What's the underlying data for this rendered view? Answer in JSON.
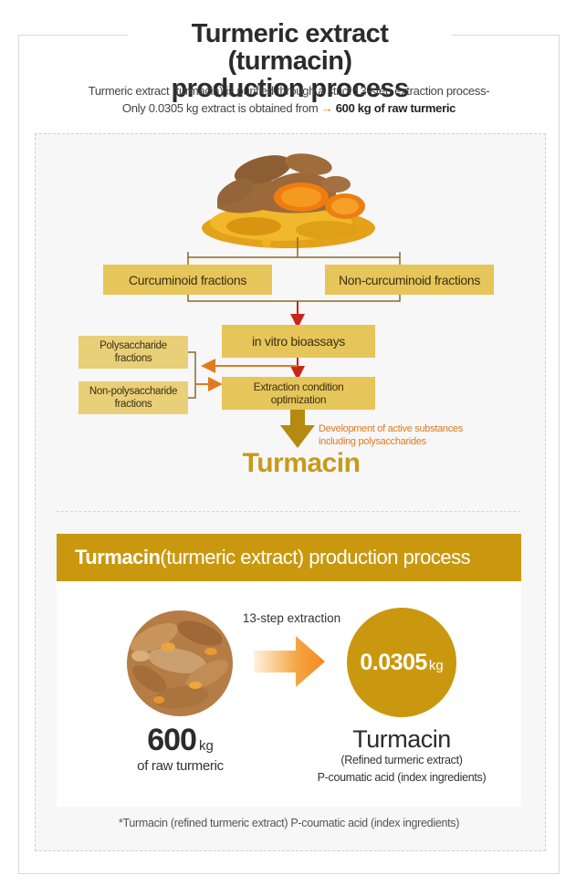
{
  "header": {
    "title_line1": "Turmeric extract (turmacin)",
    "title_line2": "production process",
    "subtitle_line1": "Turmeric extract (turmacin) is purified through a strict 13-step extraction process-",
    "subtitle_line2_prefix": "Only 0.0305 kg extract is obtained from",
    "subtitle_arrow": "→",
    "subtitle_line2_bold": "600 kg of raw turmeric"
  },
  "flow": {
    "curcuminoid": "Curcuminoid fractions",
    "non_curcuminoid": "Non-curcuminoid fractions",
    "in_vitro": "in vitro bioassays",
    "extraction_line1": "Extraction condition",
    "extraction_line2": "optimization",
    "poly_line1": "Polysaccharide",
    "poly_line2": "fractions",
    "nonpoly_line1": "Non-polysaccharide",
    "nonpoly_line2": "fractions",
    "development_line1": "Development of active substances",
    "development_line2": "including polysaccharides",
    "result": "Turmacin"
  },
  "process": {
    "banner_bold": "Turmacin",
    "banner_rest": "(turmeric extract) production process",
    "step_label": "13-step extraction",
    "result_value": "0.0305",
    "result_unit": "kg",
    "raw_value": "600",
    "raw_unit": "kg",
    "raw_desc": "of raw turmeric",
    "result_name": "Turmacin",
    "result_desc1": "(Refined turmeric extract)",
    "result_desc2": "P-coumatic acid (index ingredients)"
  },
  "footnote": "*Turmacin (refined turmeric extract) P-coumatic acid (index ingredients)",
  "colors": {
    "gold": "#c9980e",
    "box_gold": "#e6c55a",
    "orange_accent": "#e07a10",
    "red_arrow": "#c8261c"
  }
}
